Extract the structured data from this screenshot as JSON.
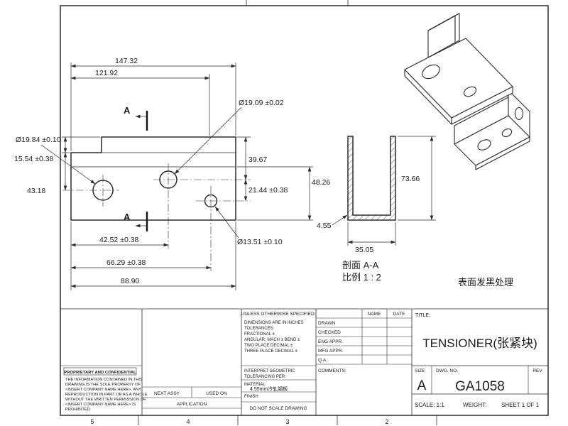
{
  "sheet": {
    "zones_bottom": [
      "5",
      "4",
      "3",
      "2"
    ]
  },
  "front_view": {
    "section_marker": "A",
    "dim_overall_width": "147.32",
    "dim_upper_width": "121.92",
    "dim_left_hole": "Ø19.84 ±0.10",
    "dim_step": "15.54 ±0.38",
    "dim_left_hole_v": "43.18",
    "dim_center_hole": "Ø19.09 ±0.02",
    "dim_center_hole_v": "39.67",
    "dim_holes_v": "21.44 ±0.38",
    "dim_right_height": "48.26",
    "dim_small_hole": "Ø13.51 ±0.10",
    "dim_center_hole_x": "42.52 ±0.38",
    "dim_small_hole_x": "66.29 ±0.38",
    "dim_bottom_width": "88.90"
  },
  "section_view": {
    "dim_height": "73.66",
    "dim_thickness": "4.55",
    "dim_width": "35.05",
    "caption": "剖面 A-A",
    "scale_note": "比例 1 : 2"
  },
  "notes": {
    "surface": "表面发黑处理"
  },
  "title_block": {
    "spec_header": "UNLESS OTHERWISE SPECIFIED:",
    "spec_lines": [
      "DIMENSIONS ARE IN INCHES",
      "TOLERANCES:",
      "FRACTIONAL ±",
      "ANGULAR: MACH ±   BEND ±",
      "TWO PLACE DECIMAL    ±",
      "THREE PLACE DECIMAL  ±"
    ],
    "interpret_line1": "INTERPRET GEOMETRIC",
    "interpret_line2": "TOLERANCING PER:",
    "material_label": "MATERIAL",
    "material_value": "4.55mm冷轧钢板",
    "finish_label": "FINISH",
    "next_assy": "NEXT ASSY",
    "used_on": "USED ON",
    "application": "APPLICATION",
    "do_not_scale": "DO NOT SCALE DRAWING",
    "col_name": "NAME",
    "col_date": "DATE",
    "approval_rows": [
      "DRAWN",
      "CHECKED",
      "ENG APPR.",
      "MFG APPR.",
      "Q.A.",
      "COMMENTS:"
    ],
    "title_label": "TITLE:",
    "title_value": "TENSIONER(张紧块)",
    "size_label": "SIZE",
    "size_value": "A",
    "dwg_no_label": "DWG. NO.",
    "dwg_no_value": "GA1058",
    "rev_label": "REV",
    "scale_text": "SCALE: 1:1",
    "weight_text": "WEIGHT:",
    "sheet_text": "SHEET 1 OF 1",
    "proprietary_header": "PROPRIETARY AND CONFIDENTIAL",
    "proprietary_lines": [
      "THE INFORMATION CONTAINED IN THIS",
      "DRAWING IS THE SOLE PROPERTY OF",
      "<INSERT COMPANY NAME HERE>.  ANY",
      "REPRODUCTION IN PART OR AS A WHOLE",
      "WITHOUT THE WRITTEN PERMISSION OF",
      "<INSERT COMPANY NAME HERE> IS",
      "PROHIBITED."
    ]
  }
}
